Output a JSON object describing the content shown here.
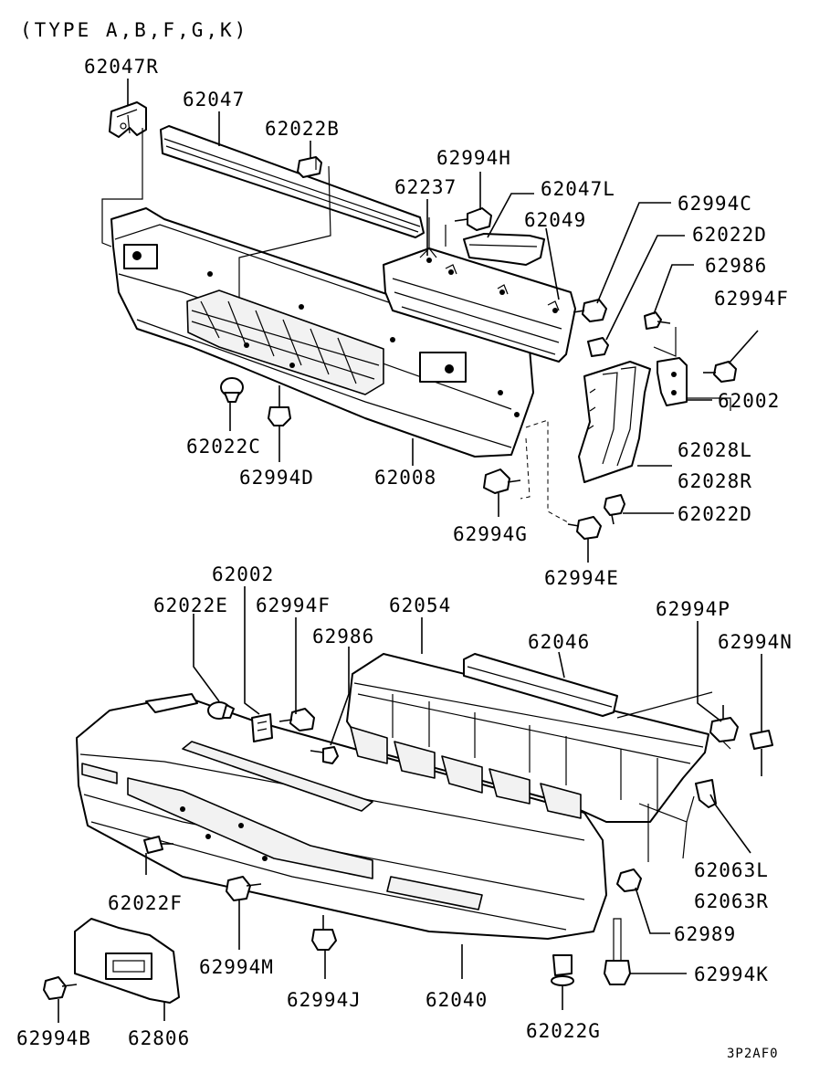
{
  "header": "(TYPE A,B,F,G,K)",
  "drawing_code": "3P2AF0",
  "labels": {
    "p62047R": "62047R",
    "p62047": "62047",
    "p62022B": "62022B",
    "p62994H": "62994H",
    "p62237": "62237",
    "p62047L": "62047L",
    "p62049": "62049",
    "p62994C": "62994C",
    "p62022D_a": "62022D",
    "p62986_a": "62986",
    "p62994F_a": "62994F",
    "p62002_a": "62002",
    "p62022C": "62022C",
    "p62994D": "62994D",
    "p62008": "62008",
    "p62028L": "62028L",
    "p62028R": "62028R",
    "p62022D_b": "62022D",
    "p62994G": "62994G",
    "p62994E": "62994E",
    "p62002_b": "62002",
    "p62022E": "62022E",
    "p62994F_b": "62994F",
    "p62054": "62054",
    "p62986_b": "62986",
    "p62046": "62046",
    "p62994P": "62994P",
    "p62994N": "62994N",
    "p62063L": "62063L",
    "p62063R": "62063R",
    "p62022F": "62022F",
    "p62989": "62989",
    "p62994M": "62994M",
    "p62994J": "62994J",
    "p62040": "62040",
    "p62994K": "62994K",
    "p62994B": "62994B",
    "p62806": "62806",
    "p62022G": "62022G"
  }
}
